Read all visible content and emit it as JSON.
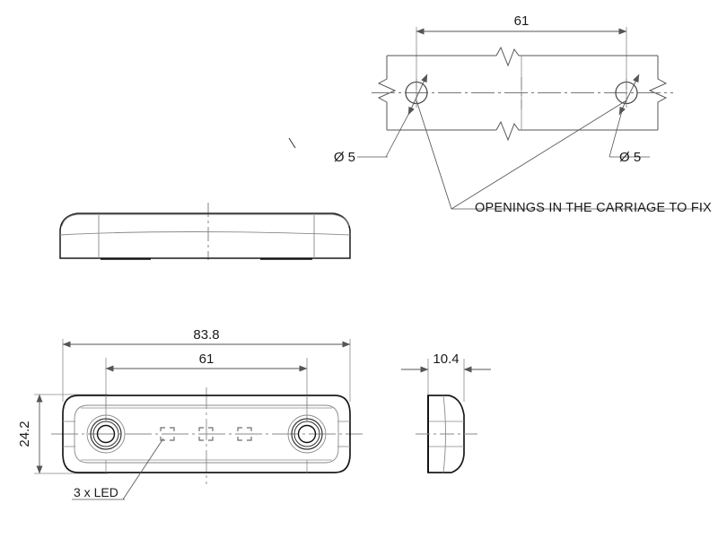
{
  "drawing": {
    "title": "LED marker lamp technical drawing",
    "units": "mm",
    "line_color": "#1a1a1a",
    "thin_color": "#8a8a8a",
    "views": {
      "front_elevation": {
        "name": "front-elevation-view"
      },
      "mounting_pattern": {
        "name": "carriage-opening-view"
      },
      "plan": {
        "name": "plan-view"
      },
      "side": {
        "name": "side-view"
      }
    }
  },
  "dimensions": {
    "mounting_pitch_top": "61",
    "hole_dia_left": "Ø 5",
    "hole_dia_right": "Ø 5",
    "overall_length": "83.8",
    "mounting_pitch_plan": "61",
    "overall_width": "24.2",
    "overall_thickness": "10.4"
  },
  "notes": {
    "carriage": "OPENINGS IN THE CARRIAGE TO FIX",
    "led": "3 x LED"
  }
}
